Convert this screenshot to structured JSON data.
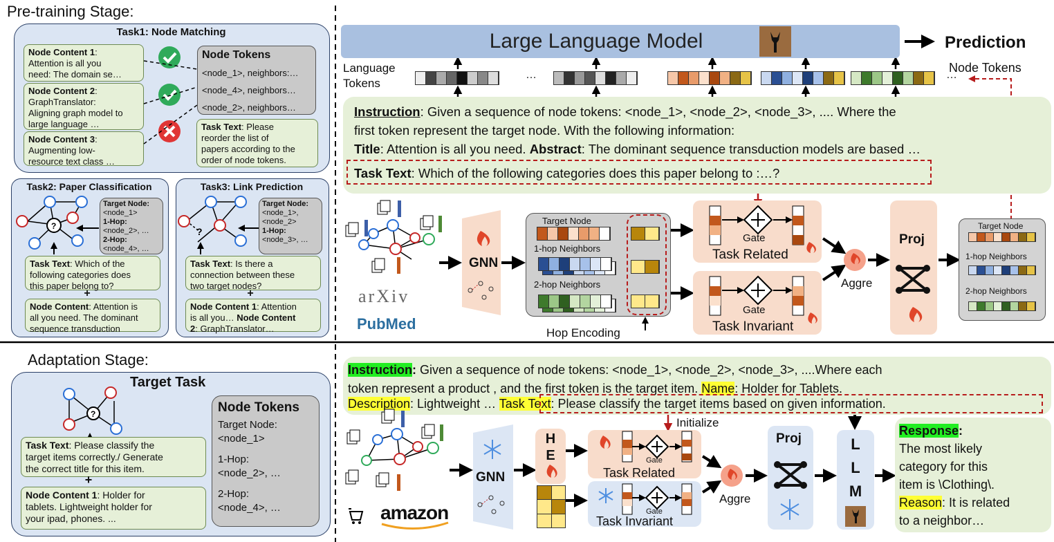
{
  "pretrain": {
    "title": "Pre-training Stage:",
    "task1": {
      "title": "Task1: Node Matching",
      "contents": [
        {
          "label": "Node Content 1",
          "text": ":\nAttention is all you\nneed: The domain se…"
        },
        {
          "label": "Node Content 2",
          "text": ":\nGraphTranslator:\nAligning graph model to\nlarge language …"
        },
        {
          "label": "Node Content 3",
          "text": ":\nAugmenting low-\nresource text class …"
        }
      ],
      "tokens_title": "Node Tokens",
      "tokens": [
        "<node_1>, neighbors:…",
        "<node_4>, neighbors…",
        "<node_2>, neighbors…"
      ],
      "task_label": "Task Text",
      "task_text": ": Please\nreorder the list of\npapers according to the\norder of node tokens."
    },
    "task2": {
      "title": "Task2: Paper Classification",
      "tokens": [
        {
          "b": "Target Node:",
          "t": ""
        },
        {
          "b": "",
          "t": "<node_1>"
        },
        {
          "b": "1-Hop:",
          "t": ""
        },
        {
          "b": "",
          "t": "<node_2>, …"
        },
        {
          "b": "2-Hop:",
          "t": ""
        },
        {
          "b": "",
          "t": "<node_4>, …"
        }
      ],
      "task_label": "Task Text",
      "task_text": ": Which of the\nfollowing categories does\nthis paper belong to?",
      "plus": "+",
      "content_label": "Node Content",
      "content_text": ": Attention is\nall you need. The dominant\nsequence transduction"
    },
    "task3": {
      "title": "Task3: Link Prediction",
      "tokens": [
        {
          "b": "Target Node:",
          "t": ""
        },
        {
          "b": "",
          "t": "<node_1>,"
        },
        {
          "b": "",
          "t": "<node_2>"
        },
        {
          "b": "1-Hop:",
          "t": ""
        },
        {
          "b": "",
          "t": "<node_3>, …"
        }
      ],
      "task_label": "Task Text",
      "task_text": ": Is there a\nconnection between these\ntwo target nodes?",
      "plus": "+",
      "content_label": "Node Content 1",
      "content_text": ": Attention\nis all you… ",
      "content_label2": "Node Content\n2",
      "content_text2": ": GraphTranslator…"
    }
  },
  "adapt": {
    "title": "Adaptation Stage:",
    "target_title": "Target Task",
    "task_label": "Task Text",
    "task_text": ": Please classify the\ntarget items correctly./ Generate\nthe correct title for this item.",
    "plus": "+",
    "content_label": "Node Content 1",
    "content_text": ": Holder for\ntablets. Lightweight holder for\nyour ipad, phones. ...",
    "tokens_title": "Node Tokens",
    "tokens": [
      "Target Node:",
      "<node_1>",
      "1-Hop:",
      "<node_2>, …",
      "2-Hop:",
      "<node_4>, …"
    ]
  },
  "top": {
    "llm": "Large Language Model",
    "prediction": "Prediction",
    "lang_tokens": "Language\nTokens",
    "ellipsis": "…",
    "node_tokens": "Node Tokens",
    "instruction_label": "Instruction",
    "instruction_text": ": Given a sequence of node tokens:  <node_1>,  <node_2>,  <node_3>, .... Where the\nfirst token represent the target node. With the following information:",
    "title_label": "Title",
    "title_text": ": Attention is all you need. ",
    "abstract_label": "Abstract",
    "abstract_text": ": The dominant sequence transduction models are based …",
    "task_label": "Task Text",
    "task_text": ": Which of the following categories does this paper belong to :…?",
    "gnn": "GNN",
    "arxiv": "arXiv",
    "pubmed": "PubMed",
    "target_node": "Target Node",
    "hop1": "1-hop Neighbors",
    "hop2": "2-hop Neighbors",
    "hop_encoding": "Hop Encoding",
    "gate": "Gate",
    "task_related": "Task Related",
    "task_invariant": "Task Invariant",
    "aggre": "Aggre",
    "proj": "Proj"
  },
  "bottom": {
    "instruction_label": "Instruction",
    "instruction_text": " Given a sequence of node tokens:  <node_1>, <node_2>, <node_3>, ....Where each\ntoken represent a product , and the first token is the target item. ",
    "name_label": "Name",
    "name_text": ": Holder for Tablets.",
    "desc_label": "Description",
    "desc_text": ": Lightweight … ",
    "task_label": "Task Text",
    "task_text": ": Please classify the target items based on given information.",
    "initialize": "Initialize",
    "gnn": "GNN",
    "amazon": "amazon",
    "he": [
      "H",
      "E"
    ],
    "gate": "Gate",
    "task_related": "Task Related",
    "task_invariant": "Task Invariant",
    "aggre": "Aggre",
    "proj": "Proj",
    "llm": [
      "L",
      "L",
      "M"
    ],
    "response_label": "Response",
    "response_text": "The most likely\ncategory for this\nitem is \\Clothing\\.",
    "reason_label": "Reason",
    "reason_text": ": It is related\nto a neighbor…"
  },
  "colors": {
    "panel": "#dbe5f3",
    "green_box": "#e6f0d8",
    "peach": "#f8dccb",
    "llm_bar": "#a9c0e0",
    "dash_red": "#b71c1c"
  }
}
